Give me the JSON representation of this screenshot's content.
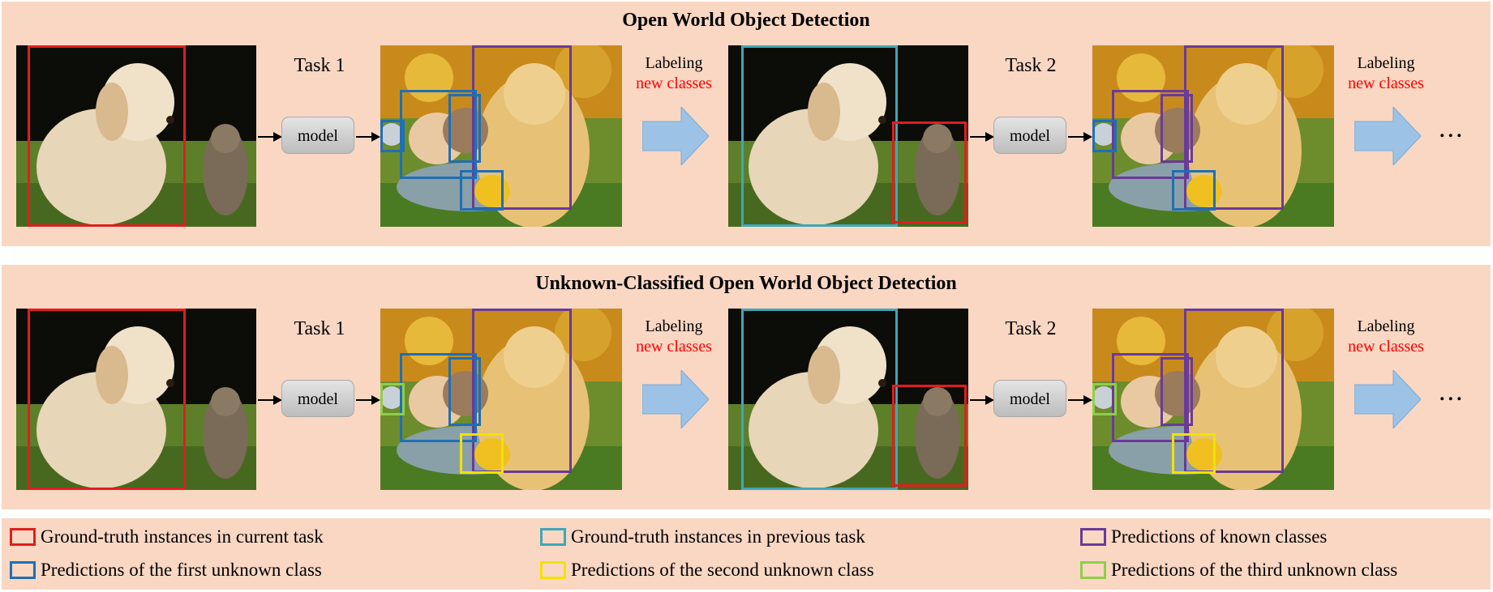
{
  "colors": {
    "background_panel": "#f9d7c3",
    "gt_current": "#e01e1e",
    "gt_previous": "#3fa7b8",
    "known": "#6a3a9a",
    "unknown_first": "#1f6fb5",
    "unknown_second": "#f2e200",
    "unknown_third": "#8fce4a",
    "labeling_red": "#ff0000",
    "big_arrow": "#9cc3e6"
  },
  "panels": [
    {
      "title": "Open World Object Detection",
      "task1_label": "Task 1",
      "task2_label": "Task 2",
      "model_label": "model",
      "labeling_line1": "Labeling",
      "labeling_line2": "new classes",
      "ellipsis": "..."
    },
    {
      "title": "Unknown-Classified Open World Object Detection",
      "task1_label": "Task 1",
      "task2_label": "Task 2",
      "model_label": "model",
      "labeling_line1": "Labeling",
      "labeling_line2": "new classes",
      "ellipsis": "..."
    }
  ],
  "legend": [
    {
      "label": "Ground-truth instances in current task",
      "color": "#e01e1e"
    },
    {
      "label": "Ground-truth instances in previous task",
      "color": "#3fa7b8"
    },
    {
      "label": "Predictions of known classes",
      "color": "#6a3a9a"
    },
    {
      "label": "Predictions of the first unknown class",
      "color": "#1f6fb5"
    },
    {
      "label": "Predictions of the second unknown class",
      "color": "#f2e200"
    },
    {
      "label": "Predictions of the third unknown class",
      "color": "#8fce4a"
    }
  ]
}
